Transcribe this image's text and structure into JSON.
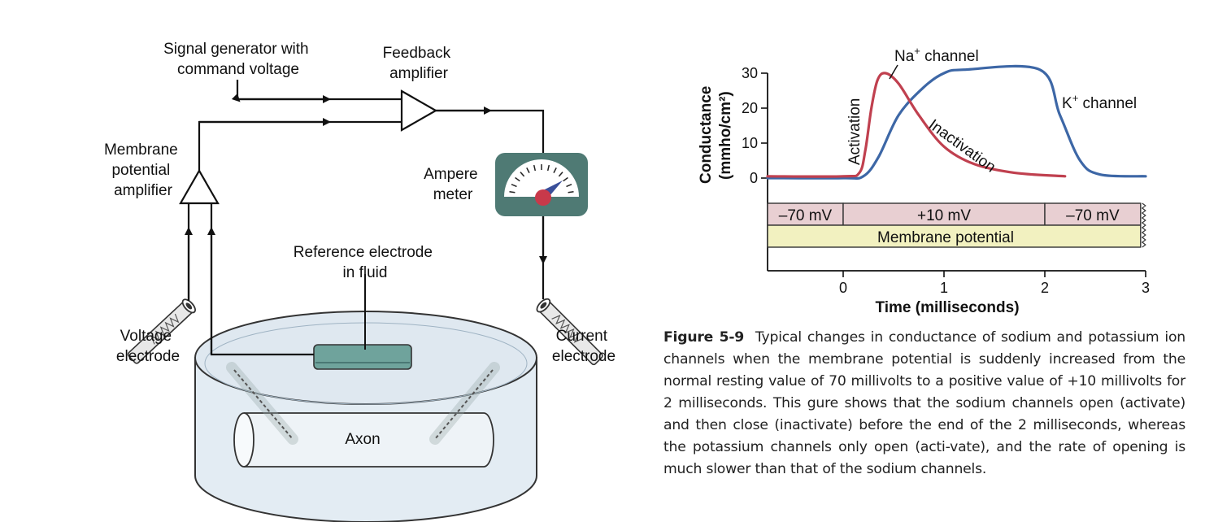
{
  "apparatus": {
    "signal_generator": [
      "Signal generator with",
      "command voltage"
    ],
    "feedback_amplifier": [
      "Feedback",
      "amplifier"
    ],
    "membrane_potential_amplifier": [
      "Membrane",
      "potential",
      "amplifier"
    ],
    "ampere_meter": [
      "Ampere",
      "meter"
    ],
    "reference_electrode": [
      "Reference electrode",
      "in fluid"
    ],
    "voltage_electrode": [
      "Voltage",
      "electrode"
    ],
    "current_electrode": [
      "Current",
      "electrode"
    ],
    "axon": "Axon"
  },
  "colors": {
    "na_curve": "#c0404f",
    "k_curve": "#3d67a6",
    "meter_body": "#4f7a74",
    "meter_needle": "#3a4f9a",
    "meter_hub": "#c8394a",
    "reference_plate": "#6fa39c",
    "pos_band": "#e8cfd2",
    "membrane_band": "#f2f1c0",
    "dish_fill": "#e3ecf3"
  },
  "chart_data": {
    "type": "line",
    "ylabel": "Conductance",
    "ylabel_unit": "(mmho/cm²)",
    "xlabel": "Time (milliseconds)",
    "xlim": [
      -0.75,
      3
    ],
    "ylim": [
      0,
      30
    ],
    "x_ticks": [
      "0",
      "1",
      "2",
      "3"
    ],
    "y_ticks": [
      "0",
      "10",
      "20",
      "30"
    ],
    "series": [
      {
        "name": "Na⁺ channel",
        "color": "#c0404f",
        "x": [
          -0.75,
          0.0,
          0.16,
          0.22,
          0.28,
          0.34,
          0.42,
          0.55,
          0.75,
          1.0,
          1.3,
          1.7,
          2.2
        ],
        "y": [
          0.5,
          0.5,
          1.5,
          8,
          20,
          28,
          30,
          27,
          18,
          9,
          4,
          1.5,
          0.5
        ]
      },
      {
        "name": "K⁺ channel",
        "color": "#3d67a6",
        "x": [
          -0.75,
          0.0,
          0.2,
          0.35,
          0.55,
          0.8,
          1.0,
          1.2,
          1.95,
          2.15,
          2.35,
          2.55,
          3.0
        ],
        "y": [
          0,
          0,
          0.5,
          6,
          18,
          26,
          30,
          31,
          31,
          18,
          5,
          1,
          0.5
        ]
      }
    ],
    "annotations": {
      "activation": "Activation",
      "inactivation": "Inactivation",
      "na_label": "Na",
      "na_sup": "+",
      "na_suffix": " channel",
      "k_label": "K",
      "k_sup": "+",
      "k_suffix": " channel"
    },
    "membrane_potential": {
      "label": "Membrane potential",
      "segments": [
        {
          "label": "–70 mV",
          "from": -0.75,
          "to": 0
        },
        {
          "label": "+10 mV",
          "from": 0,
          "to": 2
        },
        {
          "label": "–70 mV",
          "from": 2,
          "to": 3
        }
      ]
    }
  },
  "caption": {
    "figure_number": "Figure 5-9",
    "text": "Typical changes in conductance of sodium and potassium ion channels when the membrane potential is suddenly increased from the normal resting value of   70 millivolts to a positive value of +10 millivolts for 2 milliseconds. This   gure shows that the sodium channels open (activate) and then close (inactivate) before the end of the 2 milliseconds, whereas the potassium channels only open (acti-vate), and the rate of opening is much slower than that of the sodium channels."
  }
}
